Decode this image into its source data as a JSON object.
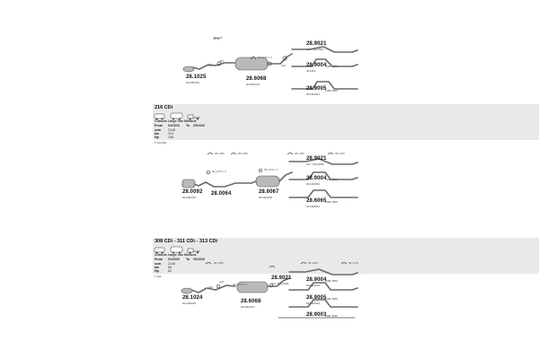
{
  "section1": {
    "parts": [
      {
        "pn": "28.9021",
        "ref": "ALT. TAILPIPE"
      },
      {
        "pn": "28.9004",
        "ref": "901405",
        "lbl": "LWB 3550"
      },
      {
        "pn": "28.1025",
        "ref": "901455316"
      },
      {
        "pn": "28.6068",
        "ref": "901462219"
      },
      {
        "pn": "28.9005",
        "ref": "901493327",
        "lbl": "LWB 3665"
      }
    ],
    "codes": [
      "98 1062",
      "99 1279 x 3",
      "a60",
      "a60",
      "a60"
    ]
  },
  "section2": {
    "title": "216 CDi",
    "subtitle": "Chassis Large Van Minibus",
    "from_label": "From",
    "from_value": "04/2000",
    "to_label": "To",
    "to_value": "05/2006",
    "specs": [
      {
        "label": "ccm",
        "value": "2148"
      },
      {
        "label": "kw",
        "value": "115"
      },
      {
        "label": "Hp",
        "value": "156"
      }
    ],
    "engine": "T 611.962",
    "parts": [
      {
        "pn": "28.9021",
        "ref": "ALT. TAILPIPE"
      },
      {
        "pn": "28.9004",
        "ref": "901423361",
        "lbl": "LWB 3550"
      },
      {
        "pn": "28.0092",
        "ref": "901490225"
      },
      {
        "pn": "28.0064",
        "ref": ""
      },
      {
        "pn": "28.6067",
        "ref": "901493318"
      },
      {
        "pn": "28.6065",
        "ref": "901493321",
        "lbl": "LWB 3665"
      }
    ],
    "codes": [
      "98 1069",
      "98 1069",
      "98 1069",
      "99 1278",
      "99 1279 x 3",
      "99 1279 x 3"
    ]
  },
  "section3": {
    "title": "308 CDi - 311 CDi - 313 CDi",
    "subtitle": "Chassis Large Van Minibus",
    "from_label": "From",
    "from_value": "04/2000",
    "to_label": "To",
    "to_value": "05/2006",
    "specs": [
      {
        "label": "ccm",
        "value": "2148"
      },
      {
        "label": "kw",
        "value": "60"
      },
      {
        "label": "Hp",
        "value": "82"
      }
    ],
    "engine": "T 611",
    "parts": [
      {
        "pn": "28.9021",
        "ref": "ALT. TAILPIPE"
      },
      {
        "pn": "28.9004",
        "ref": "901493319",
        "lbl": "LWB 3550"
      },
      {
        "pn": "28.1024",
        "ref": "901490225"
      },
      {
        "pn": "28.6068",
        "ref": "901493319"
      },
      {
        "pn": "28.9005",
        "ref": "901493322",
        "lbl": "LWB 3665"
      },
      {
        "pn": "28.9003",
        "ref": "",
        "lbl": "LWB 4025"
      }
    ],
    "codes": [
      "98 1062",
      "98 1063",
      "99 1279",
      "99 1279 x 3",
      "a60",
      "a60"
    ]
  }
}
